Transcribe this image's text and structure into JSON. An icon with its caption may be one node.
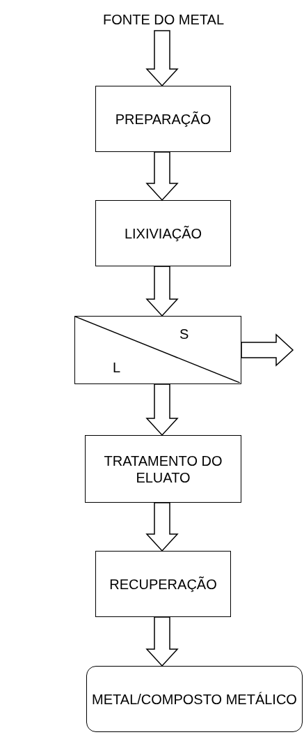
{
  "diagram": {
    "nodes": [
      {
        "text": [
          "FONTE DO METAL"
        ]
      },
      {
        "text": [
          "PREPARAÇÃO"
        ]
      },
      {
        "text": [
          "LIXIVIAÇÃO"
        ]
      },
      {
        "text": [
          "S",
          "L"
        ]
      },
      {
        "text": [
          "TRATAMENTO DO ELUATO"
        ]
      },
      {
        "text": [
          "RECUPERAÇÃO"
        ]
      },
      {
        "text": [
          "METAL/COMPOSTO METÁLICO"
        ]
      }
    ],
    "edges": [
      {
        "from": 0,
        "to": 1,
        "arrow": "to"
      },
      {
        "from": 1,
        "to": 2,
        "arrow": "to"
      },
      {
        "from": 2,
        "to": 3,
        "arrow": "to"
      },
      {
        "from": 3,
        "to": null,
        "arrow": "to"
      },
      {
        "from": 3,
        "to": 4,
        "arrow": "to"
      },
      {
        "from": 4,
        "to": 5,
        "arrow": "to"
      },
      {
        "from": 5,
        "to": 6,
        "arrow": "to"
      }
    ]
  }
}
